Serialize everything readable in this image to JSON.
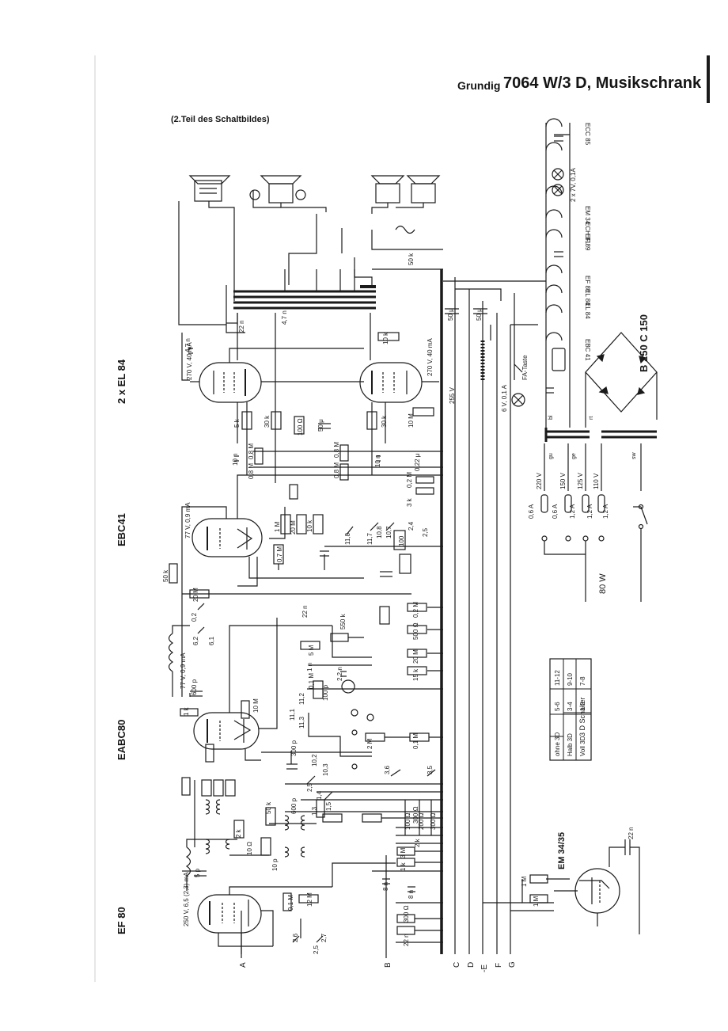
{
  "header": {
    "brand": "Grundig",
    "model": "7064 W/3 D, Musikschrank",
    "subtitle": "(2.Teil des Schaltbildes)"
  },
  "tubes": {
    "output": "2 x EL 84",
    "phase_inverter": "EBC41",
    "detector": "EABC80",
    "if_amp": "EF 80",
    "indicator": "EM 34/35"
  },
  "power_supply": {
    "rectifier": "B 250 C 150",
    "heater_lamp": "2 x 7V, 0,1A",
    "dial_lamp": "6 V, 0,1 A",
    "fa_key": "FA-Taste",
    "power_rating": "80 W",
    "voltages": [
      "220 V",
      "150 V",
      "125 V",
      "110 V"
    ],
    "fuses": [
      "0,6 A",
      "0,6 A",
      "1,2 A",
      "1,2 A",
      "1,2 A"
    ],
    "wire_codes": [
      "gu",
      "ge",
      "bl",
      "rt",
      "sw"
    ],
    "cap_values": [
      "50 μ",
      "50 μ"
    ]
  },
  "filament_string": [
    "ECC 85",
    "EM 34",
    "ECH 81",
    "EF 89",
    "EF 80",
    "EL 84",
    "EL 84",
    "EBC 41"
  ],
  "switch_table": {
    "title": "3 D Schalter",
    "rows": [
      [
        "ohne 3D",
        "5-6",
        "11-12"
      ],
      [
        "Halb 3D",
        "3-4",
        "9-10"
      ],
      [
        "Voll 3D",
        "1-2",
        "7-8"
      ]
    ]
  },
  "bus_labels": [
    "A",
    "B",
    "C",
    "D",
    "-E",
    "F",
    "G"
  ],
  "component_values": {
    "output_stage": [
      "270 V, 40 mA",
      "270 V, 40 mA",
      "4,7 n",
      "22 n",
      "4,7 n",
      "10 k",
      "5 k",
      "30 k",
      "100 Ω",
      "50 μ",
      "30 k",
      "10 M",
      "10 n",
      "0,8 M",
      "0,8 M",
      "0,8 M",
      "0,8 M",
      "10 n",
      "0,22 μ",
      "255 V",
      "50 k"
    ],
    "ebc41_stage": [
      "77 V, 0,9 mA",
      "1 M",
      "20 M",
      "10 k",
      "0,7 M",
      "0,2 M",
      "3 k",
      "100",
      "2,5",
      "11,8",
      "11,7",
      "10,8",
      "10,7",
      "2,4"
    ],
    "eabc80_stage": [
      "77 V, 0,9 mA",
      "50 k",
      "20 M",
      "0,2",
      "6,2",
      "6,1",
      "600 p",
      "1 k",
      "10 M",
      "22 n",
      "550 k",
      "5 M",
      "1 n",
      "2,2 n",
      "0,1 M",
      "100 p",
      "11,2",
      "11,1",
      "11,3",
      "2 M",
      "0,1 M",
      "10,2",
      "10,3",
      "3,6",
      "3,5",
      "300 p",
      "2,5",
      "1,4",
      "1,3",
      "1,5",
      "600 p",
      "50 k",
      "15 k",
      "20 M",
      "500 Ω",
      "0,2 M",
      "300 Ω"
    ],
    "ef80_stage": [
      "250 V, 6,5 (2,3) mA",
      "5 p",
      "10 p",
      "0,1 M",
      "12 M",
      "300 Ω",
      "22 n",
      "10 Ω",
      "2 k",
      "2,6",
      "2,7",
      "2,5",
      "1 M",
      "1 M",
      "22 n",
      "3 M",
      "1 k",
      "8 n",
      "8 n",
      "2 k",
      "100 Ω",
      "200 Ω",
      "300 Ω"
    ]
  }
}
